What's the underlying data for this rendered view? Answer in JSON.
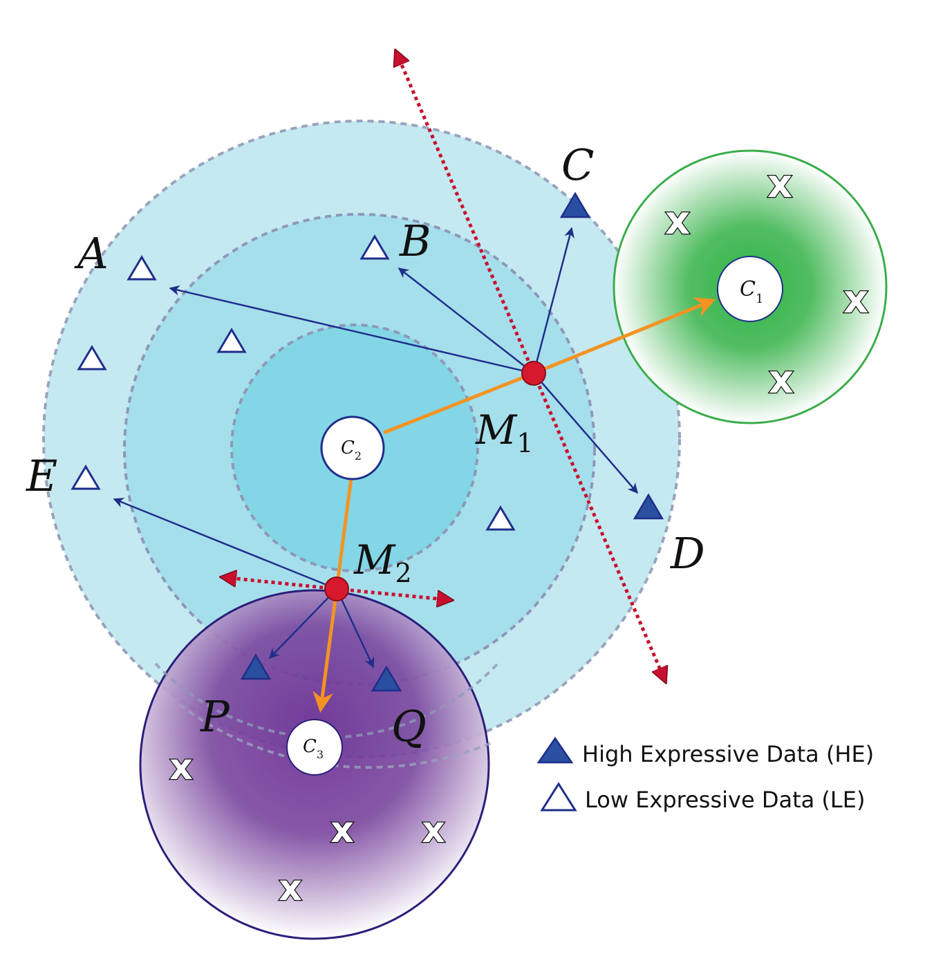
{
  "points": {
    "A": "A",
    "B": "B",
    "C": "C",
    "D": "D",
    "E": "E",
    "P": "P",
    "Q": "Q"
  },
  "midpoints": {
    "m1": {
      "base": "M",
      "sub": "1"
    },
    "m2": {
      "base": "M",
      "sub": "2"
    }
  },
  "centers": {
    "c1": {
      "base": "C",
      "sub": "1"
    },
    "c2": {
      "base": "C",
      "sub": "2"
    },
    "c3": {
      "base": "C",
      "sub": "3"
    }
  },
  "markers": {
    "cross": "x"
  },
  "legend": {
    "he_label": "High Expressive Data (HE)",
    "le_label": "Low Expressive Data (LE)"
  },
  "colors": {
    "cyan_outer": "#c5e9f0",
    "cyan_mid": "#a6dfec",
    "cyan_inner": "#83d6e6",
    "green": "#2fb44a",
    "purple": "#6a2c91",
    "navy": "#1f2e8a",
    "he_fill": "#2a4fa0",
    "orange": "#f39323",
    "red": "#c8102e"
  }
}
